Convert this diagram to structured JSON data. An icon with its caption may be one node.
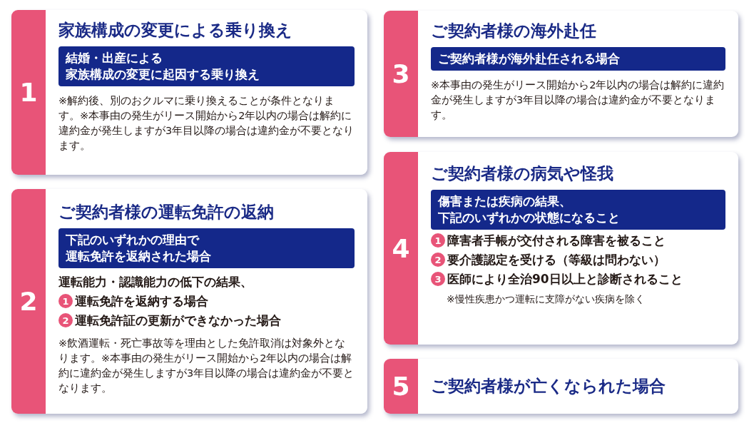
{
  "diagram": {
    "nodes": [
      {
        "text": [
          "1",
          "**家族構成の変更**による乗り換え",
          "※解約後、別のおクルマに乗り換えることが条件となります。※本事由の発生がリース開始から2年以内の場合は解約に違約金が発生しますが3年目以降の場合は違約金が不要となります。"
        ]
      },
      {
        "text": [
          "結婚・出産による家族構成の変更に起因する乗り換え"
        ],
        "in": 0
      },
      {
        "text": [
          "2",
          "ご契約者様の**運転免許の返納**",
          "運転能力・認識能力の低下の結果、",
          "※飲酒運転・死亡事故等を理由とした免許取消は対象外となります。※本事由の発生がリース開始から2年以内の場合は解約に違約金が発生しますが3年目以降の場合は違約金が不要となります。"
        ]
      },
      {
        "text": [
          "下記のいずれかの理由で運転免許を返納された場合"
        ],
        "in": 2
      },
      {
        "text": [
          "1"
        ],
        "beside": [
          "運転免許を返納する場合"
        ],
        "in": 2
      },
      {
        "text": [
          "2"
        ],
        "beside": [
          "運転免許証の更新ができなかった場合"
        ],
        "in": 2
      },
      {
        "text": [
          "3",
          "ご契約者様の**海外赴任**",
          "※本事由の発生がリース開始から2年以内の場合は解約に違約金が発生しますが3年目以降の場合は違約金が不要となります。"
        ]
      },
      {
        "text": [
          "ご契約者様が海外赴任される場合"
        ],
        "in": 6
      },
      {
        "text": [
          "4",
          "ご契約者様の**病気や怪我**",
          "※慢性疾患かつ運転に支障がない疾病を除く"
        ]
      },
      {
        "text": [
          "傷害または疾病の結果、下記のいずれかの状態になること"
        ],
        "in": 8
      },
      {
        "text": [
          "1"
        ],
        "beside": [
          "障害者手帳が交付される障害を被ること"
        ],
        "in": 8
      },
      {
        "text": [
          "2"
        ],
        "beside": [
          "要介護認定を受ける（等級は問わない）"
        ],
        "in": 8
      },
      {
        "text": [
          "3"
        ],
        "beside": [
          "医師により全治90日以上と診断されること"
        ],
        "in": 8
      },
      {
        "text": [
          "5",
          "ご契約者様が**亡くなられた場合**"
        ]
      }
    ]
  }
}
